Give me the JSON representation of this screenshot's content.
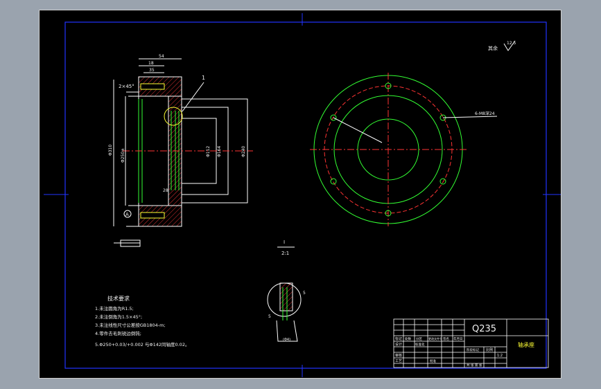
{
  "drawing": {
    "material": "Q235",
    "roughness_note": "其余",
    "roughness_value": "12.5",
    "detail_label": "I",
    "detail_scale": "2:1",
    "part_name": "轴承座",
    "scale": "1:2",
    "hole_note": "6-M8深24",
    "datum_label": "A",
    "callout": "1"
  },
  "dimensions": {
    "width_total": "54",
    "d1": "18",
    "d2": "35",
    "chamfer": "2×45°",
    "dia_outer": "Φ310",
    "dia_fit": "Φ250±",
    "dia_112": "Φ112",
    "dia_164": "Φ164",
    "dia_240": "Φ240",
    "small_28": "28",
    "small_5": "5",
    "small_5b": "5",
    "bottom_note": "(Φ4)"
  },
  "tech_req": {
    "title": "技术要求",
    "lines": [
      "1.未注圆角为R1.5;",
      "2.未注倒角为1.5×45°;",
      "3.未注线性尺寸公差按GB1804-m;",
      "4.零件去毛刺锐边倒钝;",
      "5.Φ250+0.03/+0.002 与Φ142同轴度0.02。"
    ]
  },
  "title_block": {
    "material": "Q235",
    "name": "轴承座",
    "scale_label": "比例",
    "scale_value": "1:2",
    "row_labels": [
      "标记",
      "设计",
      "审核",
      "工艺"
    ],
    "col_labels": [
      "处数",
      "分区",
      "更改文件号",
      "签名",
      "年月日"
    ],
    "std_label": "标准化",
    "stage_label": "阶段标记",
    "weight_label": "重量",
    "sheet_label": "共 张 第 张",
    "approve_label": "批准"
  }
}
